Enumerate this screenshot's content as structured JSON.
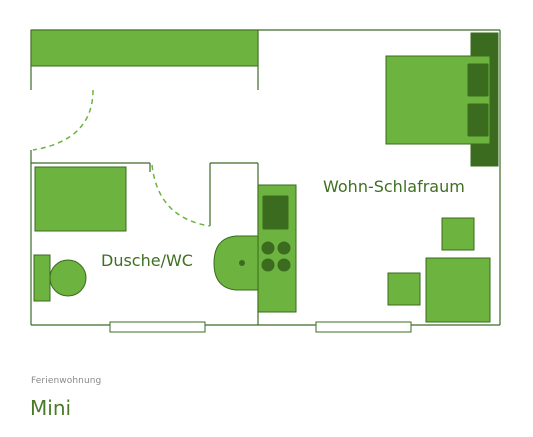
{
  "rooms": {
    "bathroom_label": "Dusche/WC",
    "living_label": "Wohn-Schlafraum"
  },
  "caption": {
    "type": "Ferienwohnung",
    "name": "Mini"
  },
  "colors": {
    "wall": "#3d6b25",
    "furniture": "#6db33f",
    "furniture_dark": "#3b6b1e",
    "window_fill": "#ffffff"
  }
}
